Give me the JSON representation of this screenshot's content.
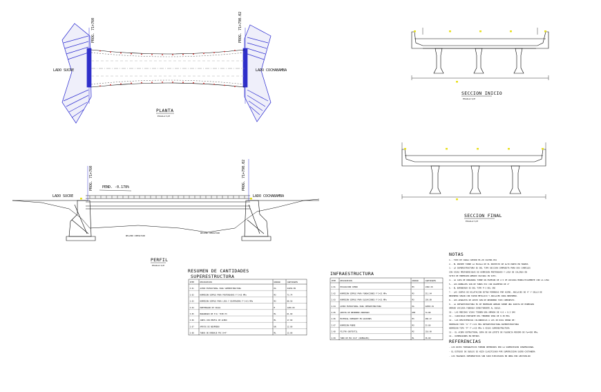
{
  "plan": {
    "title": "PLANTA",
    "scale": "ESCALA:S/E",
    "left_label": "LADO SUCRE",
    "right_label": "LADO COCHABAMBA",
    "station_left": "PROG. 71+760",
    "station_right": "PROG. 71+790.02"
  },
  "section_start": {
    "title": "SECCION INICIO",
    "scale": "ESCALA:S/E"
  },
  "section_end": {
    "title": "SECCION FINAL",
    "scale": "ESCALA:S/E"
  },
  "profile": {
    "title": "PERFIL",
    "scale": "ESCALA:S/E",
    "slope": "PEND. -0.178%",
    "left_label": "LADO SUCRE",
    "right_label": "LADO COCHABAMBA",
    "station_left": "PROG. 71+760",
    "station_right": "PROG. 71+790.02",
    "fill_left": "RELLENO COMPACTADO",
    "fill_right": "RELLENO COMPACTADO"
  },
  "superstructure": {
    "heading": "RESUMEN DE CANTIDADES",
    "subheading": "SUPERESTRUCTURA",
    "columns": [
      "ITEM",
      "DESCRIPCION",
      "UNIDAD",
      "CANTIDADES"
    ],
    "rows": [
      [
        "3.01",
        "ACERO ESTRUCTURAL PARA SUPERESTRUCTURA",
        "KG",
        "24456.89"
      ],
      [
        "3.02",
        "HORMIGON SIMPLE PARA POSTENSADOS F'C=35 MPa",
        "M3",
        "73.74"
      ],
      [
        "3.03",
        "HORMIGON SIMPLE PARA LOSA Y DIAFRAGMAS F'C=21 MPa",
        "M3",
        "88.50"
      ],
      [
        "3.04",
        "PRETENSADO DE VIGAS",
        "M",
        "1200.00"
      ],
      [
        "3.05",
        "BARANDADO DE HºAº TIPO P3",
        "ML",
        "61.60"
      ],
      [
        "3.06",
        "JUNTA CON PERFIL DE ACERO",
        "ML",
        "17.60"
      ],
      [
        "3.07",
        "APOYOS DE NEOPRENO",
        "UN",
        "12.00"
      ],
      [
        "3.08",
        "TUBOS DE DRENAJE PVC D=4\"",
        "ML",
        "12.00"
      ]
    ]
  },
  "infrastructure": {
    "heading": "INFRAESTRUCTURA",
    "columns": [
      "ITEM",
      "DESCRIPCION",
      "UNIDAD",
      "CANTIDADES"
    ],
    "rows": [
      [
        "2.01",
        "EXCAVACION COMUN",
        "M3",
        "1382.30"
      ],
      [
        "2.02",
        "HORMIGON SIMPLE PARA FUNDACIONES F'C=21 MPa",
        "M3",
        "211.04"
      ],
      [
        "2.03",
        "HORMIGON SIMPLE PARA ELEVACIONES F'C=21 MPa",
        "M3",
        "159.89"
      ],
      [
        "2.04",
        "ACERO ESTRUCTURAL PARA INFRAESTRUCTURA",
        "KG",
        "22893.01"
      ],
      [
        "2.05",
        "APOYOS DE NEOPRENO ZUNCHADO",
        "DM3",
        "74.88"
      ],
      [
        "2.06",
        "MATERIAL DRENANTE EN GAVIONES",
        "M3",
        "286.47"
      ],
      [
        "2.07",
        "HORMIGON POBRE",
        "M3",
        "23.80"
      ],
      [
        "2.08",
        "FILTRO GEOTEXTIL",
        "M2",
        "118.00"
      ],
      [
        "2.09",
        "TUBO DE PVC D=4\" (DRENAJES)",
        "ML",
        "36.00"
      ]
    ]
  },
  "notes": {
    "heading": "NOTAS",
    "items": [
      "1.- TIPO DE CARGA CAMION HS-20 CASTRO-97A",
      "2.- EL PUENTE TIENE LA ESCALA DE EL PROYECTO DE ALTO PUNTO EN TRAMOS",
      "3.- LA SUPERESTRUCTURA ES DEL TIPO SECCION COMPUESTA PARA DOS CARRILES",
      "    CON VIGAS PREFABRICADAS DE HORMIGON PRETENSADO Y LOSA DE CALZADA EN",
      "    SITIO DE HORMIGON ARMADO VACIADA IN SITU.",
      "4.- LA CAPA DE RODADURA TIENE UN ESPESOR DE 2.5 CM VACIADA MONOLITICAMENTE CON LA LOSA",
      "5.- LOS DRENAJES SON DE TUBOS PVC CON DIAMETRO DE 4\"",
      "6.- EL BARANDADO ES DEL TIPO P-3 DEL SNC",
      "7.- LAS JUNTAS DE DILATACION ESTAN FORMADAS POR ACERO, ANCLAJES DE 4\" Y SELLO DE",
      "    NEOPRENO SEGUN CON TAPON METALICO Y ANCLAJES PARA NEOPRENO.",
      "8.- LOS APARATOS DE APOYO SON DE NEOPRENO TIPO COMPUESTO.",
      "9.- LA INFRAESTRUCTURA ES DE HORMIGON ARMADO SOBRE UNA ZAPATA DE HORMIGON",
      "    ARMADO VACIADA FUNDADA DIRECTAMENTE AL SUELO.",
      "10.- LAS MEDIDAS VIGAS TIENEN UNA ARMADA DE 4.0 + 0.2 DAV",
      "11.- CAPACIDAD PORTANTE DEL TERRENO SERA DE 0.30 MPa",
      "12.- LAS RESISTENCIAS CILINDRICAS A LOS 28 DIAS SERAN DE:",
      "     HORMIGON TIPO \"A\" F'c=21 MPa INFRAESTRUCTURA-SUPERESTRUCTURA",
      "     HORMIGON TIPO \"P\" F'c=35 MPa A VIGAS SUPERESTRUCTURA",
      "13.- EL ACERO ESTRUCTURAL SERA DE UN LIMITE DE FLUENCIA MINIMO DE Fy=420 MPa.",
      "14.- DIMENSIONES EN METROS"
    ]
  },
  "references": {
    "heading": "REFERENCIAS",
    "items": [
      "- LOS DATOS TOPOGRAFICOS FUERON OBTENIDOS POR LA SUPERVISION  CONVENCIONAL",
      "- EL ESTUDIO DE SUELOS SE HIZO CLASIFICADO POR SUPERVISION SUCRE-COSTANERA",
      "- LOS TRAZADOS INFORMATIVOS SON SIDO EJECUTADOS EN OBRA POR  GESTION-NO"
    ]
  }
}
